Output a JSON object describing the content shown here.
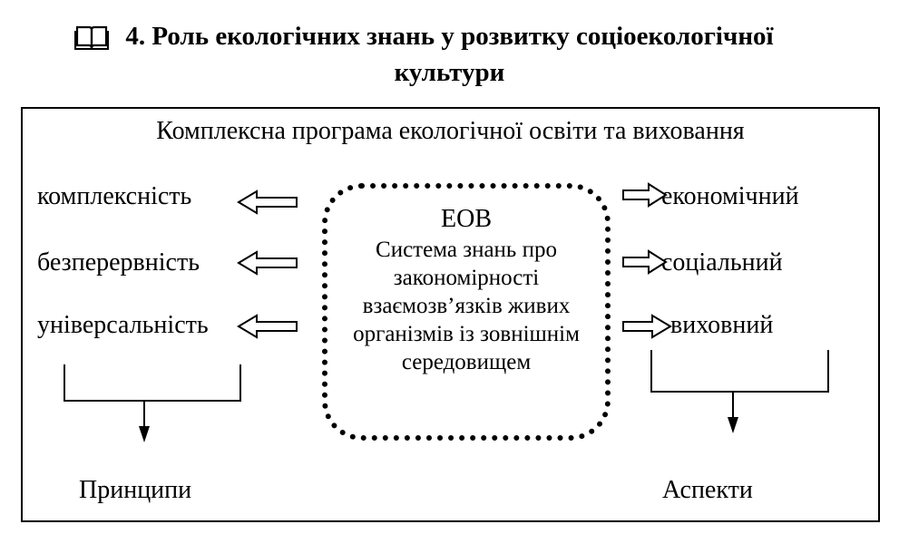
{
  "heading": {
    "line1": "4. Роль екологічних знань у розвитку соціоекологічної",
    "line2": "культури",
    "icon": "book-icon"
  },
  "frame": {
    "title": "Комплексна програма екологічної освіти та виховання"
  },
  "center": {
    "title": "ЕОВ",
    "description": "Система знань про закономірності взаємозв’язків живих організмів із зовнішнім середовищем"
  },
  "principles": {
    "items": [
      "комплексність",
      "безперервність",
      "універсальність"
    ],
    "label": "Принципи"
  },
  "aspects": {
    "items": [
      "економічний",
      "соціальний",
      "виховний"
    ],
    "label": "Аспекти"
  }
}
